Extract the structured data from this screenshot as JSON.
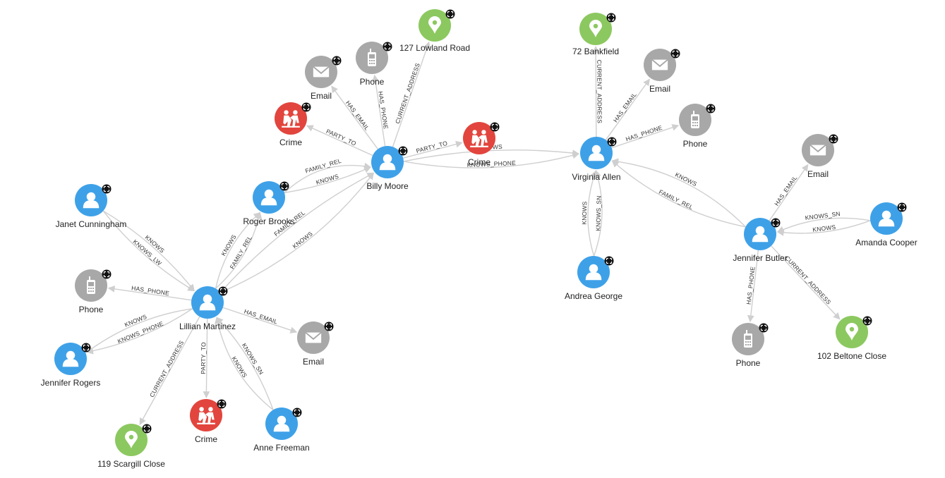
{
  "colors": {
    "person": "#3ea1e8",
    "email": "#a8a8a8",
    "phone": "#a8a8a8",
    "crime": "#e2453d",
    "location": "#8cc860",
    "edge": "#cfcfcf",
    "badge": "#111111"
  },
  "nodes": [
    {
      "id": "billy",
      "type": "person",
      "label": "Billy Moore",
      "icon": "person-icon"
    },
    {
      "id": "virginia",
      "type": "person",
      "label": "Virginia Allen",
      "icon": "person-icon"
    },
    {
      "id": "lillian",
      "type": "person",
      "label": "Lillian Martinez",
      "icon": "person-icon"
    },
    {
      "id": "jennifer_b",
      "type": "person",
      "label": "Jennifer Butler",
      "icon": "person-icon"
    },
    {
      "id": "roger",
      "type": "person",
      "label": "Roger Brooks",
      "icon": "person-icon"
    },
    {
      "id": "janet",
      "type": "person",
      "label": "Janet Cunningham",
      "icon": "person-icon"
    },
    {
      "id": "jennifer_r",
      "type": "person",
      "label": "Jennifer Rogers",
      "icon": "person-icon"
    },
    {
      "id": "anne",
      "type": "person",
      "label": "Anne Freeman",
      "icon": "person-icon"
    },
    {
      "id": "andrea",
      "type": "person",
      "label": "Andrea George",
      "icon": "person-icon"
    },
    {
      "id": "amanda",
      "type": "person",
      "label": "Amanda Cooper",
      "icon": "person-icon"
    },
    {
      "id": "email_b",
      "type": "email",
      "label": "Email",
      "icon": "envelope-icon"
    },
    {
      "id": "phone_b",
      "type": "phone",
      "label": "Phone",
      "icon": "mobile-phone-icon"
    },
    {
      "id": "addr_b",
      "type": "location",
      "label": "127 Lowland Road",
      "icon": "map-pin-icon"
    },
    {
      "id": "crime_b1",
      "type": "crime",
      "label": "Crime",
      "icon": "crime-icon"
    },
    {
      "id": "crime_b2",
      "type": "crime",
      "label": "Crime",
      "icon": "crime-icon"
    },
    {
      "id": "addr_v",
      "type": "location",
      "label": "72 Bankfield",
      "icon": "map-pin-icon"
    },
    {
      "id": "email_v",
      "type": "email",
      "label": "Email",
      "icon": "envelope-icon"
    },
    {
      "id": "phone_v",
      "type": "phone",
      "label": "Phone",
      "icon": "mobile-phone-icon"
    },
    {
      "id": "email_jb",
      "type": "email",
      "label": "Email",
      "icon": "envelope-icon"
    },
    {
      "id": "phone_jb",
      "type": "phone",
      "label": "Phone",
      "icon": "mobile-phone-icon"
    },
    {
      "id": "addr_jb",
      "type": "location",
      "label": "102 Beltone Close",
      "icon": "map-pin-icon"
    },
    {
      "id": "phone_l",
      "type": "phone",
      "label": "Phone",
      "icon": "mobile-phone-icon"
    },
    {
      "id": "email_l",
      "type": "email",
      "label": "Email",
      "icon": "envelope-icon"
    },
    {
      "id": "crime_l",
      "type": "crime",
      "label": "Crime",
      "icon": "crime-icon"
    },
    {
      "id": "addr_l",
      "type": "location",
      "label": "119 Scargill Close",
      "icon": "map-pin-icon"
    }
  ],
  "edges": [
    {
      "from": "billy",
      "to": "email_b",
      "label": "HAS_EMAIL"
    },
    {
      "from": "billy",
      "to": "phone_b",
      "label": "HAS_PHONE"
    },
    {
      "from": "billy",
      "to": "addr_b",
      "label": "CURRENT_ADDRESS"
    },
    {
      "from": "billy",
      "to": "crime_b1",
      "label": "PARTY_TO"
    },
    {
      "from": "billy",
      "to": "crime_b2",
      "label": "PARTY_TO"
    },
    {
      "from": "billy",
      "to": "virginia",
      "label": "KNOWS"
    },
    {
      "from": "billy",
      "to": "virginia",
      "label": "KNOWS_PHONE"
    },
    {
      "from": "roger",
      "to": "billy",
      "label": "FAMILY_REL"
    },
    {
      "from": "roger",
      "to": "billy",
      "label": "KNOWS"
    },
    {
      "from": "lillian",
      "to": "billy",
      "label": "FAMILY_REL"
    },
    {
      "from": "lillian",
      "to": "billy",
      "label": "KNOWS"
    },
    {
      "from": "lillian",
      "to": "roger",
      "label": "KNOWS"
    },
    {
      "from": "lillian",
      "to": "roger",
      "label": "FAMILY_REL"
    },
    {
      "from": "janet",
      "to": "lillian",
      "label": "KNOWS"
    },
    {
      "from": "janet",
      "to": "lillian",
      "label": "KNOWS_LW"
    },
    {
      "from": "lillian",
      "to": "phone_l",
      "label": "HAS_PHONE"
    },
    {
      "from": "lillian",
      "to": "jennifer_r",
      "label": "KNOWS_PHONE"
    },
    {
      "from": "lillian",
      "to": "jennifer_r",
      "label": "KNOWS"
    },
    {
      "from": "lillian",
      "to": "email_l",
      "label": "HAS_EMAIL"
    },
    {
      "from": "lillian",
      "to": "crime_l",
      "label": "PARTY_TO"
    },
    {
      "from": "lillian",
      "to": "addr_l",
      "label": "CURRENT_ADDRESS"
    },
    {
      "from": "anne",
      "to": "lillian",
      "label": "KNOWS_SN"
    },
    {
      "from": "anne",
      "to": "lillian",
      "label": "KNOWS"
    },
    {
      "from": "virginia",
      "to": "addr_v",
      "label": "CURRENT_ADDRESS"
    },
    {
      "from": "virginia",
      "to": "email_v",
      "label": "HAS_EMAIL"
    },
    {
      "from": "virginia",
      "to": "phone_v",
      "label": "HAS_PHONE"
    },
    {
      "from": "andrea",
      "to": "virginia",
      "label": "KNOWS"
    },
    {
      "from": "andrea",
      "to": "virginia",
      "label": "KNOWS_SN"
    },
    {
      "from": "jennifer_b",
      "to": "virginia",
      "label": "FAMILY_REL"
    },
    {
      "from": "jennifer_b",
      "to": "virginia",
      "label": "KNOWS"
    },
    {
      "from": "jennifer_b",
      "to": "email_jb",
      "label": "HAS_EMAIL"
    },
    {
      "from": "amanda",
      "to": "jennifer_b",
      "label": "KNOWS"
    },
    {
      "from": "amanda",
      "to": "jennifer_b",
      "label": "KNOWS_SN"
    },
    {
      "from": "jennifer_b",
      "to": "phone_jb",
      "label": "HAS_PHONE"
    },
    {
      "from": "jennifer_b",
      "to": "addr_jb",
      "label": "CURRENT_ADDRESS"
    }
  ]
}
